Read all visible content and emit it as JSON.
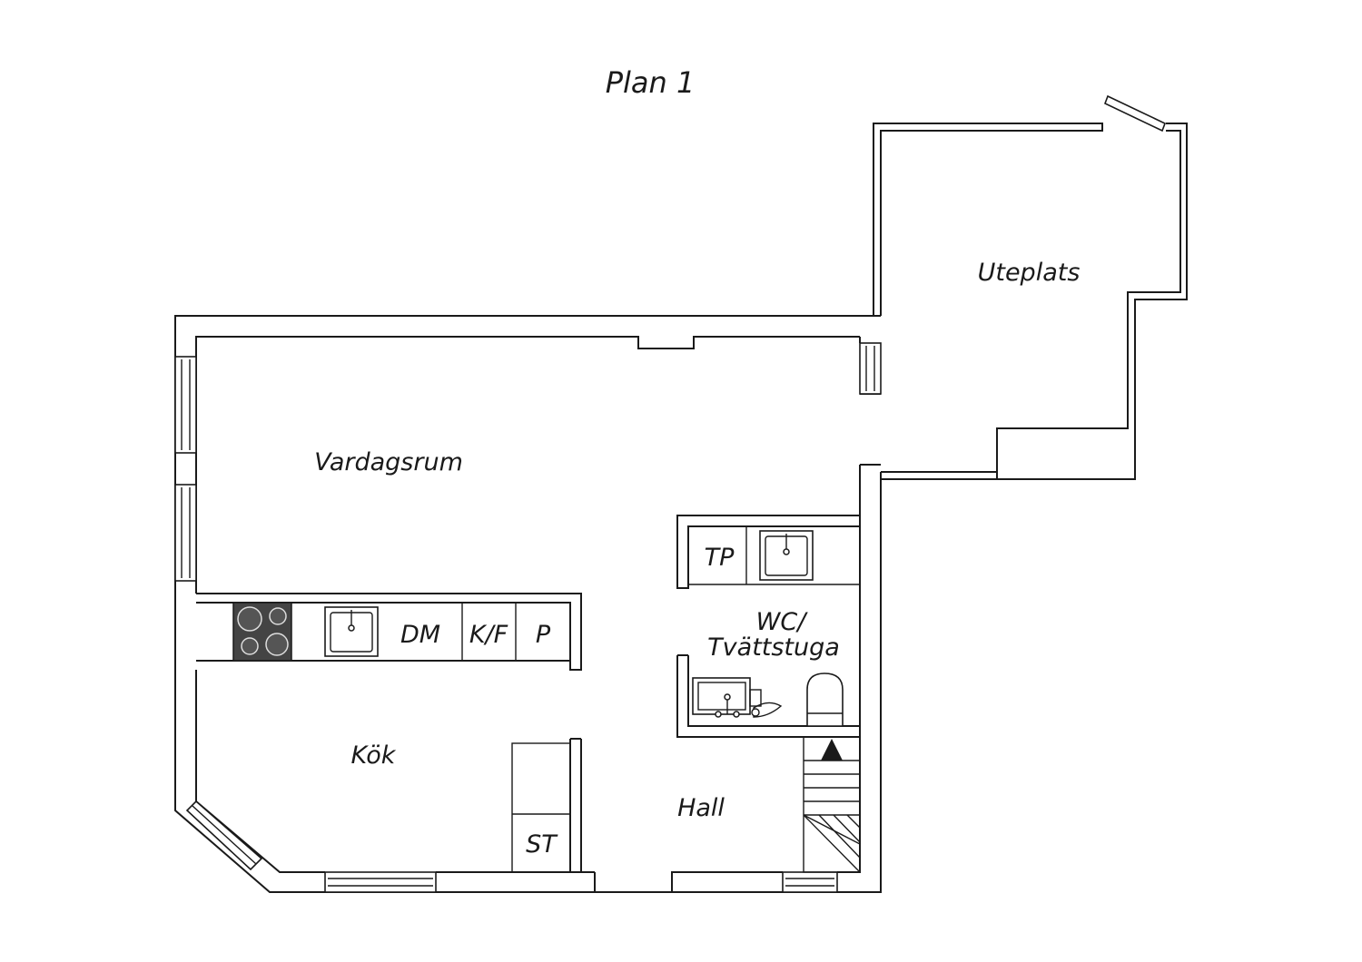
{
  "title": "Plan 1",
  "rooms": {
    "uteplats": "Uteplats",
    "vardagsrum": "Vardagsrum",
    "kok": "Kök",
    "hall": "Hall",
    "wc_line1": "WC/",
    "wc_line2": "Tvättstuga"
  },
  "fixtures": {
    "tp": "TP",
    "dm": "DM",
    "kf": "K/F",
    "p": "P",
    "st": "ST"
  },
  "colors": {
    "line": "#1a1a1a",
    "stove": "#444444",
    "background": "#ffffff"
  }
}
